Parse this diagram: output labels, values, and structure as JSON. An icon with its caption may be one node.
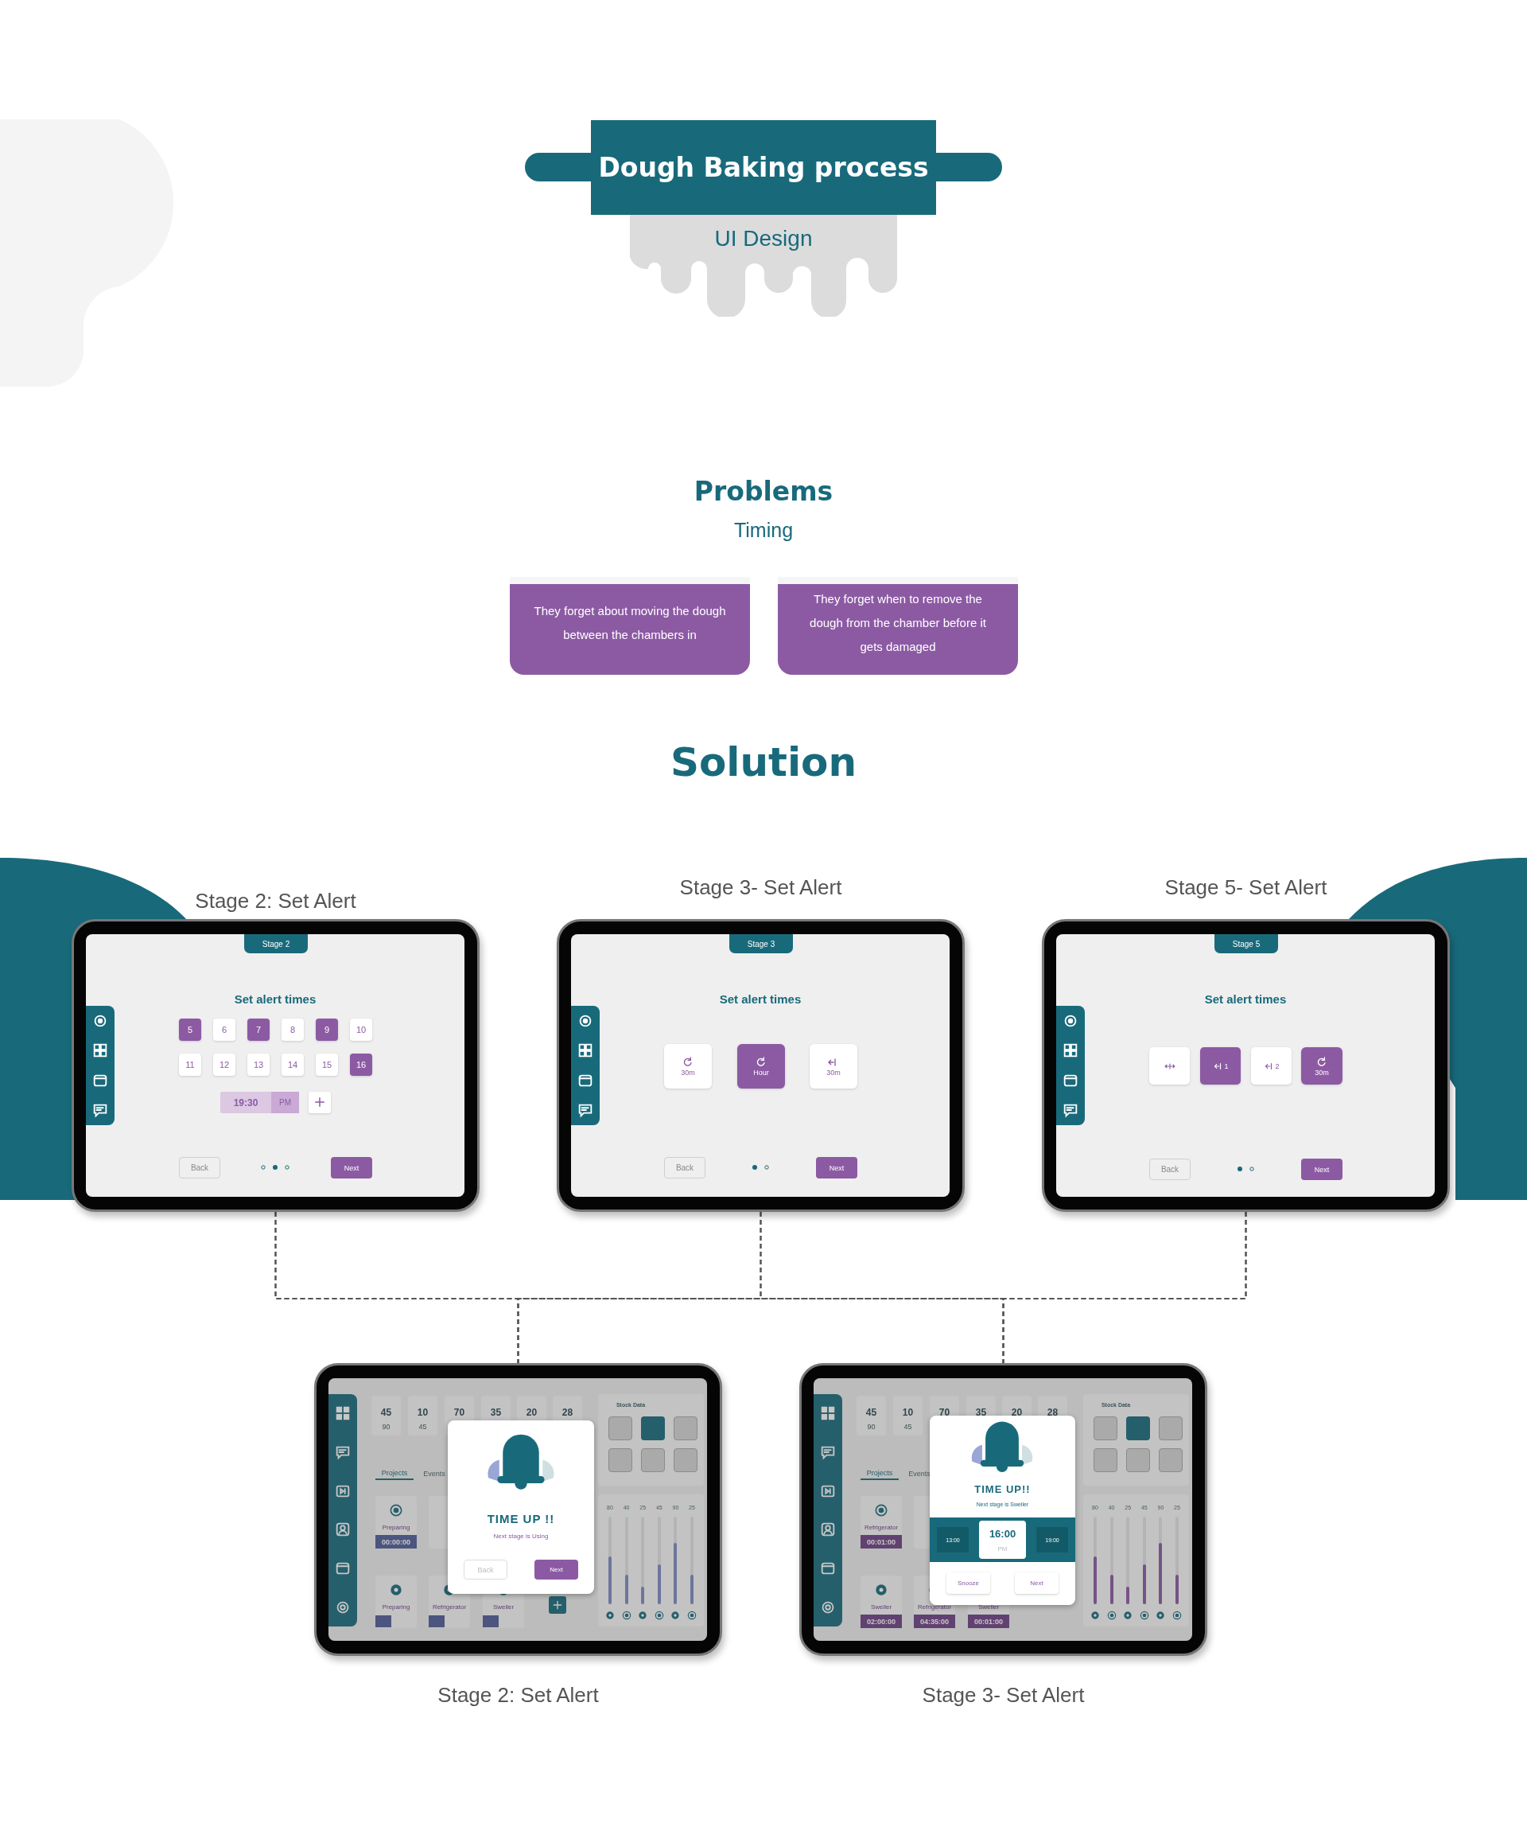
{
  "diagram": {
    "title": "Dough Baking process",
    "nodes": [
      {
        "text": [
          "They forget about moving the dough between the chambers in"
        ]
      },
      {
        "text": [
          "They forget when to remove the dough from the chamber before  it gets damaged"
        ]
      },
      {
        "text": [
          "Stage 2",
          "Set alert times",
          "5",
          "6",
          "7",
          "8",
          "9",
          "10",
          "11",
          "12",
          "13",
          "14",
          "15",
          "16",
          "19:30",
          "PM",
          "Back",
          "Next"
        ],
        "beside": [
          "Stage 2: Set Alert"
        ]
      },
      {
        "text": [
          "Stage 3",
          "Set alert times",
          "30m",
          "Hour",
          "30m",
          "Back",
          "Next"
        ],
        "beside": [
          "Stage 3- Set Alert"
        ]
      },
      {
        "text": [
          "Stage 5",
          "Set alert times",
          "1",
          "2",
          "30m",
          "Back",
          "Next"
        ],
        "beside": [
          "Stage 5- Set Alert"
        ]
      },
      {
        "text": [
          "45",
          "90",
          "10",
          "45",
          "70",
          "35",
          "20",
          "28",
          "Stock Data",
          "Projects",
          "Events",
          "Preparing",
          "00:00:00",
          "Preparing",
          "Refrigerator",
          "Sweller",
          "80",
          "40",
          "25",
          "45",
          "90",
          "25"
        ],
        "beside": [
          "Stage 2: Set Alert"
        ]
      },
      {
        "text": [
          "TIME UP !!",
          "Next stage is Using",
          "Back",
          "Next"
        ],
        "in": 5
      },
      {
        "text": [
          "45",
          "90",
          "10",
          "45",
          "70",
          "35",
          "20",
          "28",
          "Stock Data",
          "Projects",
          "Events",
          "Refrigerator",
          "00:01:00",
          "Sweller",
          "Refrigerator",
          "Sweller",
          "02:00:00",
          "04:35:00",
          "00:01:00",
          "80",
          "40",
          "25",
          "45",
          "90",
          "25"
        ],
        "beside": [
          "Stage 3- Set Alert"
        ]
      },
      {
        "text": [
          "TIME UP!!",
          "Next stage is Sweller",
          "13:00",
          "16:00",
          "PM",
          "19:00",
          "Snooze",
          "Next"
        ],
        "in": 7
      }
    ],
    "edges": [
      {
        "from": 2,
        "to": 5,
        "arrow": "none",
        "style": "dashed"
      },
      {
        "from": 2,
        "to": 7,
        "arrow": "none",
        "style": "dashed"
      },
      {
        "from": 3,
        "to": 5,
        "arrow": "none",
        "style": "dashed"
      },
      {
        "from": 3,
        "to": 7,
        "arrow": "none",
        "style": "dashed"
      },
      {
        "from": 4,
        "to": 5,
        "arrow": "none",
        "style": "dashed"
      },
      {
        "from": 4,
        "to": 7,
        "arrow": "none",
        "style": "dashed"
      }
    ],
    "labels": [
      "UI Design",
      "Problems",
      "Timing",
      "Solution"
    ]
  }
}
